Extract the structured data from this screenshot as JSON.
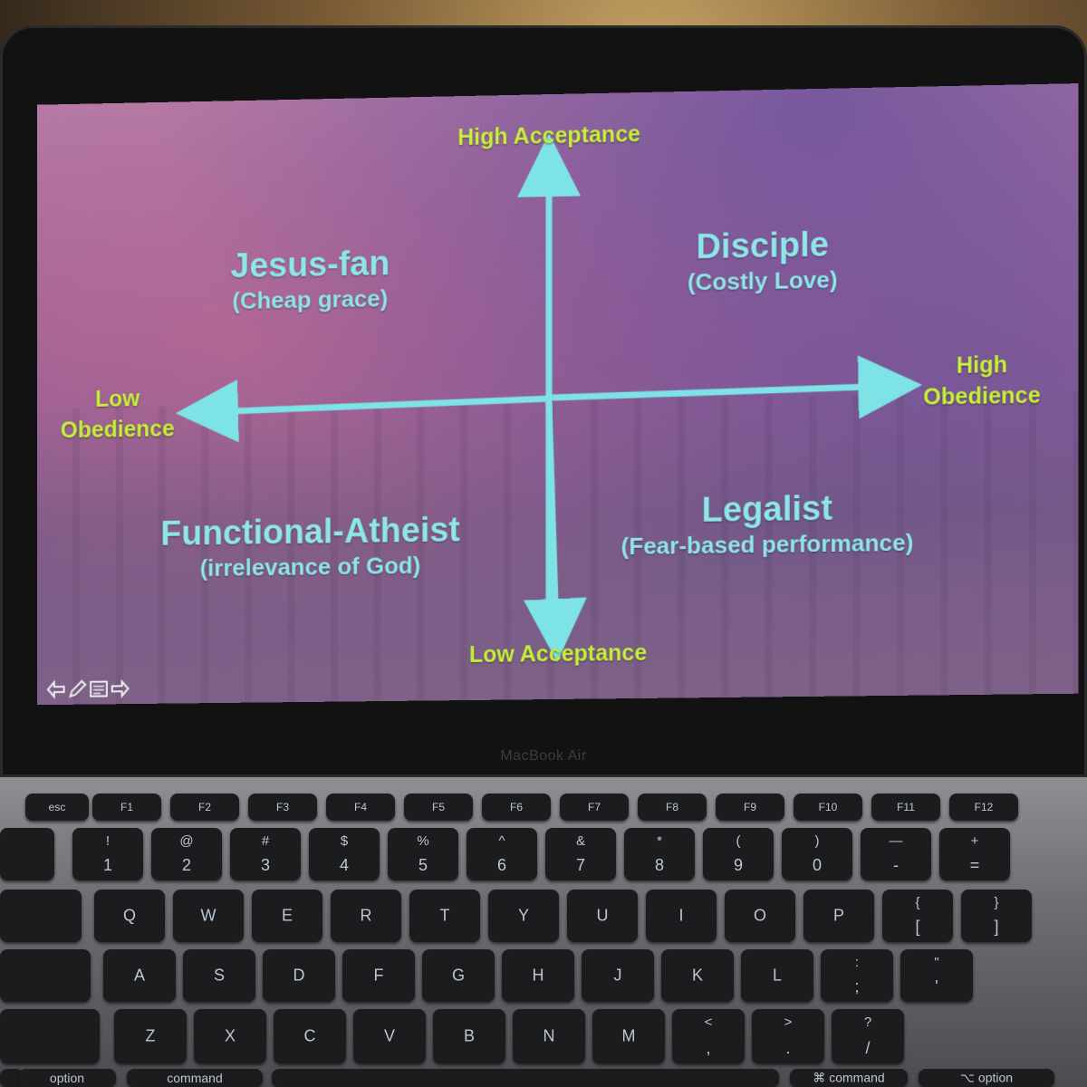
{
  "device": {
    "bezel_label": "MacBook Air"
  },
  "slide": {
    "axes": {
      "top": "High Acceptance",
      "bottom": "Low Acceptance",
      "left_line1": "Low",
      "left_line2": "Obedience",
      "right_line1": "High",
      "right_line2": "Obedience"
    },
    "quadrants": {
      "top_left": {
        "title": "Jesus-fan",
        "subtitle": "(Cheap grace)"
      },
      "top_right": {
        "title": "Disciple",
        "subtitle": "(Costly Love)"
      },
      "bottom_left": {
        "title": "Functional-Atheist",
        "subtitle": "(irrelevance of God)"
      },
      "bottom_right": {
        "title": "Legalist",
        "subtitle": "(Fear-based performance)"
      }
    },
    "colors": {
      "axis_line": "#7ee3e6",
      "axis_label": "#c6f03c",
      "quadrant_text": "#8fe6e6"
    },
    "nav_icons": [
      "back-arrow-icon",
      "pencil-icon",
      "notes-icon",
      "forward-arrow-icon"
    ]
  },
  "keyboard": {
    "fn_row": [
      "esc",
      "F1",
      "F2",
      "F3",
      "F4",
      "F5",
      "F6",
      "F7",
      "F8",
      "F9",
      "F10",
      "F11",
      "F12"
    ],
    "num_row": [
      {
        "top": "!",
        "bot": "1"
      },
      {
        "top": "@",
        "bot": "2"
      },
      {
        "top": "#",
        "bot": "3"
      },
      {
        "top": "$",
        "bot": "4"
      },
      {
        "top": "%",
        "bot": "5"
      },
      {
        "top": "^",
        "bot": "6"
      },
      {
        "top": "&",
        "bot": "7"
      },
      {
        "top": "*",
        "bot": "8"
      },
      {
        "top": "(",
        "bot": "9"
      },
      {
        "top": ")",
        "bot": "0"
      },
      {
        "top": "—",
        "bot": "-"
      },
      {
        "top": "+",
        "bot": "="
      }
    ],
    "row_q": [
      "Q",
      "W",
      "E",
      "R",
      "T",
      "Y",
      "U",
      "I",
      "O",
      "P",
      "{ [",
      "} ]"
    ],
    "row_a": [
      "A",
      "S",
      "D",
      "F",
      "G",
      "H",
      "J",
      "K",
      "L",
      ": ;",
      "\" '"
    ],
    "row_z": [
      "Z",
      "X",
      "C",
      "V",
      "B",
      "N",
      "M",
      "< ,",
      "> .",
      "? /"
    ],
    "bottom_left_option": "option",
    "bottom_left_command": "command",
    "bottom_right_command": "command",
    "bottom_right_option": "option",
    "command_symbol": "⌘",
    "option_symbol": "⌥"
  }
}
